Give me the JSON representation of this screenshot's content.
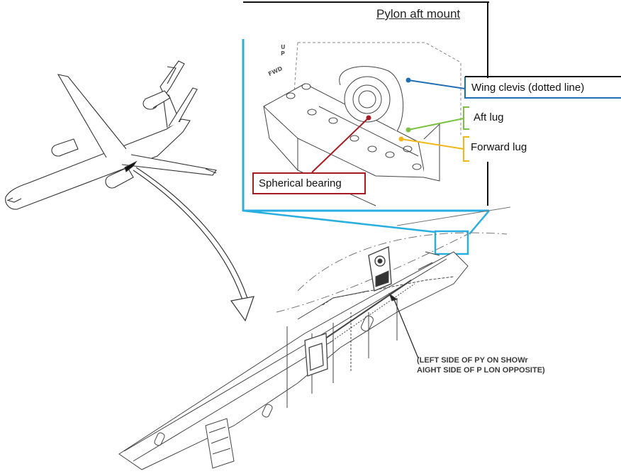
{
  "title": "Pylon aft mount",
  "callouts": {
    "wing_clevis": "Wing clevis (dotted line)",
    "aft_lug": "Aft lug",
    "forward_lug": "Forward lug",
    "spherical_bearing": "Spherical bearing"
  },
  "note": {
    "line1": "(LEFT SIDE OF PY ON SHOWr",
    "line2": "AIGHT SIDE OF P  LON OPPOSITE)"
  },
  "inset_marks": {
    "up": "UP",
    "fwd": "FWD"
  },
  "colors": {
    "inset_frame": "#29aee0",
    "wing_clevis": "#1f6fb5",
    "aft_lug": "#7cc242",
    "forward_lug": "#f2b718",
    "spherical_bearing": "#a51c24"
  }
}
